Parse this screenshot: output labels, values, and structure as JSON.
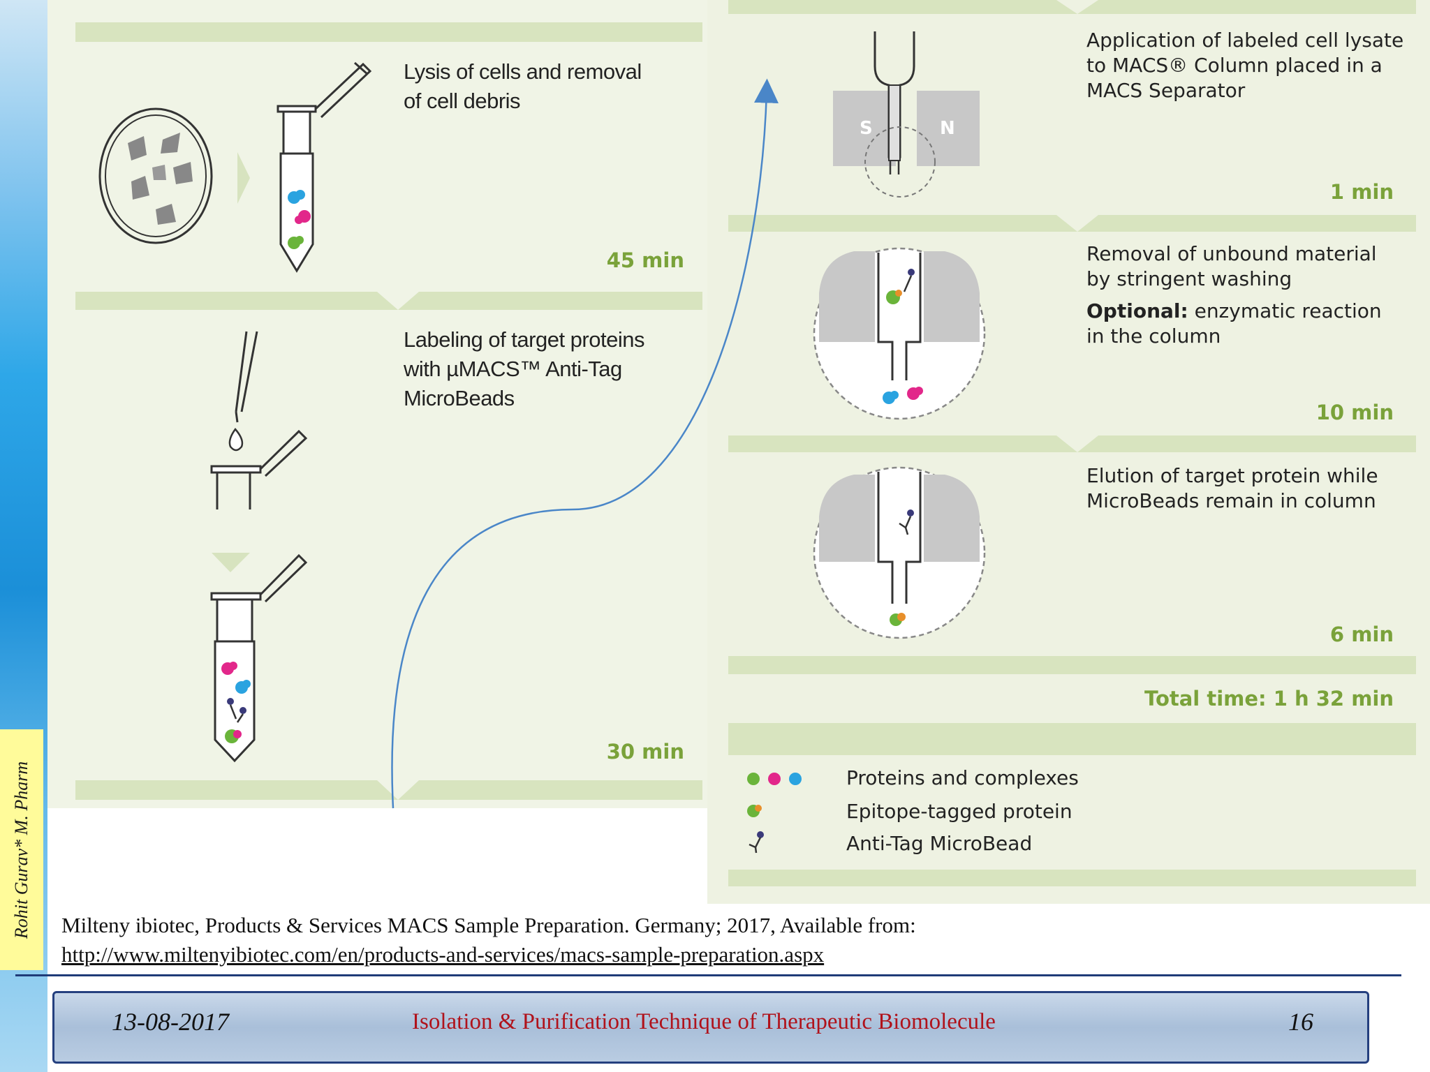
{
  "author": "Rohit Gurav* M. Pharm",
  "left_steps": [
    {
      "text_lines": [
        "Lysis of cells and removal",
        "of cell debris"
      ],
      "time": "45 min"
    },
    {
      "text_lines": [
        "Labeling of target proteins",
        "with µMACS™ Anti-Tag",
        "MicroBeads"
      ],
      "time": "30 min"
    }
  ],
  "right_steps": [
    {
      "text_lines": [
        "Application of labeled cell lysate",
        "to MACS® Column placed in a",
        "MACS Separator"
      ],
      "time": "1 min",
      "magnet_s": "S",
      "magnet_n": "N"
    },
    {
      "text_lines": [
        "Removal of unbound material",
        "by stringent washing"
      ],
      "optional_label": "Optional:",
      "optional_lines": [
        " enzymatic reaction",
        "in the column"
      ],
      "time": "10 min"
    },
    {
      "text_lines": [
        "Elution of target protein while",
        "MicroBeads remain in column"
      ],
      "time": "6 min"
    }
  ],
  "total_time": "Total time: 1 h 32 min",
  "legend": [
    {
      "label": "Proteins and complexes"
    },
    {
      "label": "Epitope-tagged protein"
    },
    {
      "label": "Anti-Tag MicroBead"
    }
  ],
  "citation": {
    "line1": "Milteny ibiotec, Products & Services  MACS Sample Preparation. Germany; 2017, Available from:",
    "link": "http://www.miltenyibiotec.com/en/products-and-services/macs-sample-preparation.aspx"
  },
  "footer": {
    "date": "13-08-2017",
    "title": "Isolation & Purification Technique of Therapeutic Biomolecule",
    "page": "16"
  },
  "colors": {
    "protein_green": "#6ab43a",
    "protein_magenta": "#e2278a",
    "protein_blue": "#2aa3e0",
    "bead_purple": "#3a3a7a",
    "time_green": "#7aa23a",
    "band_green": "#d8e4bf",
    "footer_title_red": "#b0121b",
    "arrow_blue": "#4a86c8"
  }
}
